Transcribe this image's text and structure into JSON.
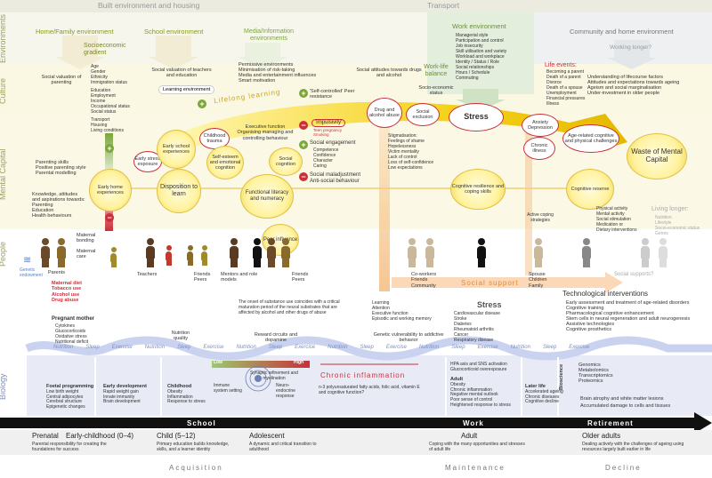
{
  "side_labels": {
    "environments": "Environments",
    "culture": "Culture",
    "mental_capital": "Mental Capital",
    "people": "People",
    "biology": "Biology"
  },
  "top_bar": {
    "left": "Built environment and housing",
    "right": "Transport"
  },
  "env_headers": {
    "home": "Home/Family environment",
    "school": "School environment",
    "media": "Media/Information environments",
    "work": "Work environment",
    "community": "Community and home environment"
  },
  "work_env_items": [
    "Managerial style",
    "Participation and control",
    "Job insecurity",
    "Skill utilisation and variety",
    "Workload and workplace",
    "Identity / Status / Role",
    "Social relationships",
    "Hours / Schedule",
    "Commuting"
  ],
  "working_longer": "Working longer?",
  "socio": {
    "title": "Socioeconomic gradient",
    "items": [
      "Age",
      "Gender",
      "Ethnicity",
      "Immigration status",
      "",
      "Education",
      "Employment",
      "Income",
      "Occupational status",
      "Social status",
      "",
      "Transport",
      "Housing",
      "Living conditions"
    ]
  },
  "culture": {
    "social_valuation_parenting": "Social valuation of parenting",
    "social_valuation_teachers": "Social valuation of teachers and education",
    "learning_env": "Learning environment",
    "media_items": [
      "Permissive environments",
      "Minimisation of risk-taking",
      "Media and entertainment influences",
      "Smart motivation"
    ],
    "social_attitudes": "Social attitudes towards drugs and alcohol",
    "work_life": "Work-life balance",
    "socio_status": "Socio-economic status",
    "life_events_title": "Life events:",
    "life_events": [
      "Becoming a parent",
      "Death of a parent",
      "Divorce",
      "Death of a spouse",
      "Unemployment",
      "Financial pressures",
      "Illness"
    ],
    "ageing_items": [
      "Understanding of lifecourse factors",
      "Attitudes and expectations towards ageing",
      "Ageism and social marginalisation",
      "Under-investment in older people"
    ]
  },
  "lifelong": "Lifelong learning",
  "mental": {
    "parenting": [
      "Parenting skills",
      "Positive parenting style",
      "Parental modelling"
    ],
    "knowledge": [
      "Knowledge, attitudes",
      "and aspirations towards:",
      "Parenting",
      "Education",
      "Health behaviours"
    ],
    "early_home": "Early home experiences",
    "early_stress": "Early stress exposure",
    "early_school": "Early school experiences",
    "childhood_trauma": "Childhood trauma",
    "disposition": "Disposition to learn",
    "exec_function": "Executive function Organising managing and controlling behaviour",
    "self_esteem": "Self-esteem and emotional cognition",
    "social_cognition": "Social cognition",
    "functional": "Functional literacy and numeracy",
    "self_controlled": "'Self-controlled' Peer resistance",
    "impulsivity": "'Impulsivity'",
    "teen_preg": "Teen pregnancy Smoking",
    "social_engagement": "Social engagement",
    "engagement_items": [
      "Competence",
      "Confidence",
      "Character",
      "Caring"
    ],
    "maladjust": "Social maladjustment Anti-social behaviour",
    "drug_alcohol": "Drug and alcohol abuse",
    "social_exclusion": "Social exclusion",
    "stress": "Stress",
    "anxiety": "Anxiety Depression",
    "chronic": "Chronic illness",
    "age_related": "Age-related cognitive and physical challenges",
    "waste": "Waste of Mental Capital",
    "stigma": [
      "Stigmatisation:",
      "Feelings of shame",
      "Hopelessness",
      "Victim mentality",
      "Lack of control",
      "Loss of self-confidence",
      "Low expectations"
    ],
    "resilience": "Cognitive resilience and coping skills",
    "reserve": "Cognitive reserve",
    "active_coping": "Active coping strategies",
    "reserve_items": [
      "Physical activity",
      "Mental activity",
      "Social stimulation",
      "Medication or",
      "Dietary interventions"
    ],
    "living_longer": "Living longer:",
    "living_items": [
      "Nutrition",
      "Lifestyle",
      "Socio-economic status",
      "Genes"
    ]
  },
  "people": {
    "maternal_bonding": "Maternal bonding",
    "maternal_care": "Maternal care",
    "peer_influence": "Peer influence",
    "parents": "Parents",
    "genetic": "Genetic endowment",
    "teachers": "Teachers",
    "friends_peers": "Friends Peers",
    "mentors": "Mentors and role models",
    "friends_peers2": "Friends Peers",
    "coworkers": "Co-workers Friends Community",
    "social_support": "Social support",
    "spouse": "Spouse Children Family",
    "social_supports": "Social supports?"
  },
  "bio_upper": {
    "maternal": [
      "Maternal diet",
      "Tobacco use",
      "Alcohol use",
      "Drug abuse"
    ],
    "pregnant_title": "Pregnant mother",
    "pregnant": [
      "Cytokines",
      "Glucocorticoids",
      "Oxidative stress",
      "Nutritional deficit"
    ],
    "nutrition_quality": "Nutrition quality",
    "substance": "The onset of substance use coincides with a critical maturation period of the neural substrates that are affected by alcohol and other drugs of abuse",
    "reward": "Reward circuits and dopamine",
    "learning": [
      "Learning",
      "Attention",
      "Executive function",
      "Episodic and working memory"
    ],
    "genetic_vuln": "Genetic vulnerability to addictive behavior",
    "stress_title": "Stress",
    "stress_items": [
      "Cardiovascular disease",
      "Stroke",
      "Diabetes",
      "Rheumatoid arthritis",
      "Cancer",
      "Respiratory disease"
    ],
    "tech_title": "Technological interventions",
    "tech_items": [
      "Early assessment and treatment of age-related disorders",
      "Cognitive training",
      "Pharmacological cognitive enhancement",
      "Stem cells in neural regeneration and adult neurogenesis",
      "Assistive technologies",
      "Cognitive prosthetics"
    ]
  },
  "wave_words": [
    "Nutrition",
    "Sleep",
    "Exercise",
    "Nutrition",
    "Sleep",
    "Exercise",
    "Nutrition",
    "Sleep",
    "Exercise",
    "Nutrition",
    "Sleep",
    "Exercise",
    "Nutrition",
    "Sleep",
    "Exercise",
    "Nutrition",
    "Sleep",
    "Exercise"
  ],
  "bio_lower": {
    "foetal_title": "Foetal programming",
    "foetal": [
      "Low birth weight",
      "Central adipocytes",
      "Cerebral structure",
      "Epigenetic changes"
    ],
    "early_dev_title": "Early development",
    "early_dev": [
      "Rapid weight gain",
      "Innate immunity",
      "Brain development"
    ],
    "childhood_title": "Childhood",
    "childhood": [
      "Obesity",
      "Inflammation",
      "Response to stress"
    ],
    "synaptic": "Synaptic refinement and myelination",
    "low": "Low",
    "high": "High",
    "immune": "Immune system setting",
    "neuro": "Neuro-endocrine response",
    "chronic_inflam": "Chronic inflammation",
    "omega": "n-3 polyunsaturated fatty acids, folic acid, vitamin E and cognitive function?",
    "hpa": "HPA axis and SNS activation Glucocorticoid overexposure",
    "adult_title": "Adult",
    "adult": [
      "Obesity",
      "Chronic inflammation",
      "Negative mental outlook",
      "Poor sense of control",
      "Heightened response to stress"
    ],
    "later_title": "Later life",
    "later": [
      "Accelerated ageing",
      "Chronic diseases",
      "Cognitive decline"
    ],
    "bioscience": "Bioscience",
    "bioscience_items": [
      "Genomics",
      "Metabolomics",
      "Transcriptomics",
      "Proteomics"
    ],
    "brain_atrophy": "Brain atrophy and white matter lesions",
    "damage": "Accumulated damage to cells and tissues"
  },
  "timeline": {
    "school": "School",
    "work": "Work",
    "retirement": "Retirement"
  },
  "stages": {
    "prenatal": "Prenatal",
    "early_childhood": "Early-childhood (0–4)",
    "child": "Child (5–12)",
    "adolescent": "Adolescent",
    "adult": "Adult",
    "older": "Older adults",
    "prenatal_desc": "Parental responsibility for creating the foundations for success",
    "child_desc": "Primary education builds knowledge, skills, and a learner identity",
    "adolescent_desc": "A dynamic and critical transition to adulthood",
    "adult_desc": "Coping with the many opportunities and stresses of adult life",
    "older_desc": "Dealing actively with the challenges of ageing using resources largely built earlier in life"
  },
  "phases": {
    "acquisition": "Acquisition",
    "maintenance": "Maintenance",
    "decline": "Decline"
  }
}
